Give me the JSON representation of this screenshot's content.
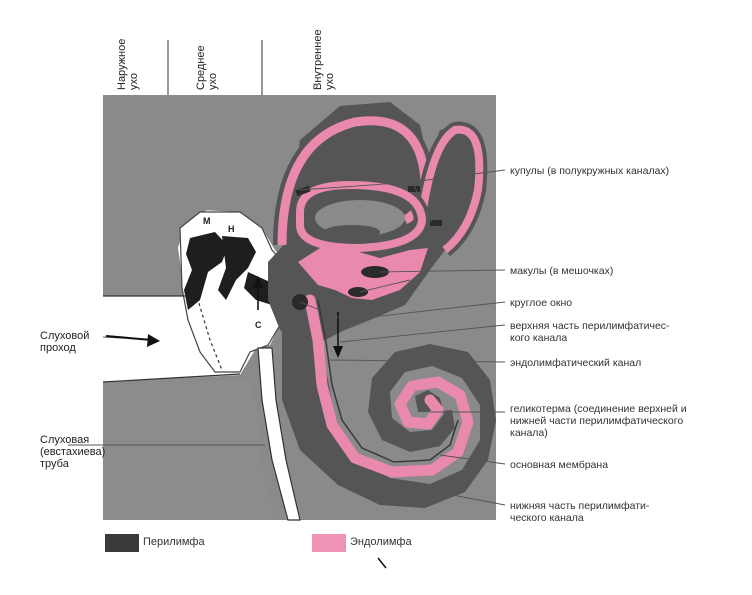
{
  "colors": {
    "background_gray": "#8a8a8a",
    "perilymph": "#5a5a5a",
    "endolymph": "#e889ad",
    "bone_white": "#ffffff",
    "ossicle": "#1e1e1e"
  },
  "top_labels": {
    "outer_ear": "Наружное\nухо",
    "middle_ear": "Среднее\nухо",
    "inner_ear": "Внутреннее\nухо"
  },
  "left_labels": {
    "ear_canal": "Слуховой\nпроход",
    "eustachian_tube": "Слуховая\n(евстахиева)\nтруба"
  },
  "ossicle_labels": {
    "m": "М",
    "n": "Н",
    "s": "С"
  },
  "right_labels": [
    {
      "text": "купулы (в полукружных каналах)"
    },
    {
      "text": "макулы (в мешочках)"
    },
    {
      "text": "круглое окно"
    },
    {
      "text": "верхняя часть перилимфатичес-\nкого канала"
    },
    {
      "text": "эндолимфатический канал"
    },
    {
      "text": "геликотерма (соединение верхней и\nнижней части перилимфатического\nканала)"
    },
    {
      "text": "основная мембрана"
    },
    {
      "text": "нижняя часть перилимфати-\nческого канала"
    }
  ],
  "legend": [
    {
      "label": "Перилимфа",
      "color": "#3a3a3a"
    },
    {
      "label": "Эндолимфа",
      "color": "#ee93b6"
    }
  ]
}
